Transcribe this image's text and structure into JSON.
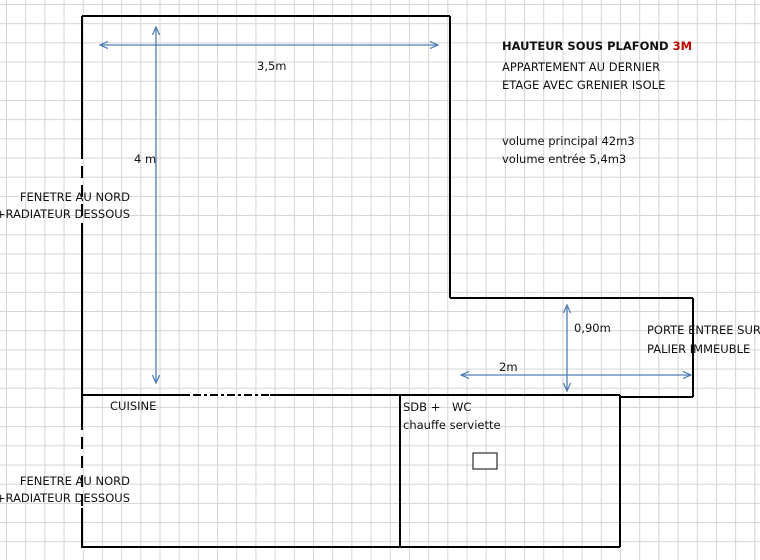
{
  "title": {
    "prefix": "HAUTEUR SOUS PLAFOND",
    "value": "3M",
    "value_color": "#c00000",
    "line2": "APPARTEMENT AU DERNIER",
    "line3": "ETAGE AVEC GRENIER ISOLE"
  },
  "volumes": {
    "main": "volume  principal 42m3",
    "entry": "volume entrée 5,4m3"
  },
  "dimensions": {
    "width": "3,5m",
    "height": "4 m",
    "door_gap": "0,90m",
    "corridor": "2m",
    "arrow_color": "#4f7fb3"
  },
  "windows": {
    "upper": {
      "line1": "FENETRE AU NORD",
      "line2": "+RADIATEUR DESSOUS"
    },
    "lower": {
      "line1": "FENETRE AU NORD",
      "line2": "+RADIATEUR DESSOUS"
    }
  },
  "entrance": {
    "line1": "PORTE ENTREE SUR",
    "line2": "PALIER IMMEUBLE"
  },
  "rooms": {
    "kitchen": "CUISINE",
    "bathroom": "SDB +",
    "wc": "WC",
    "towel": "chauffe serviette"
  }
}
